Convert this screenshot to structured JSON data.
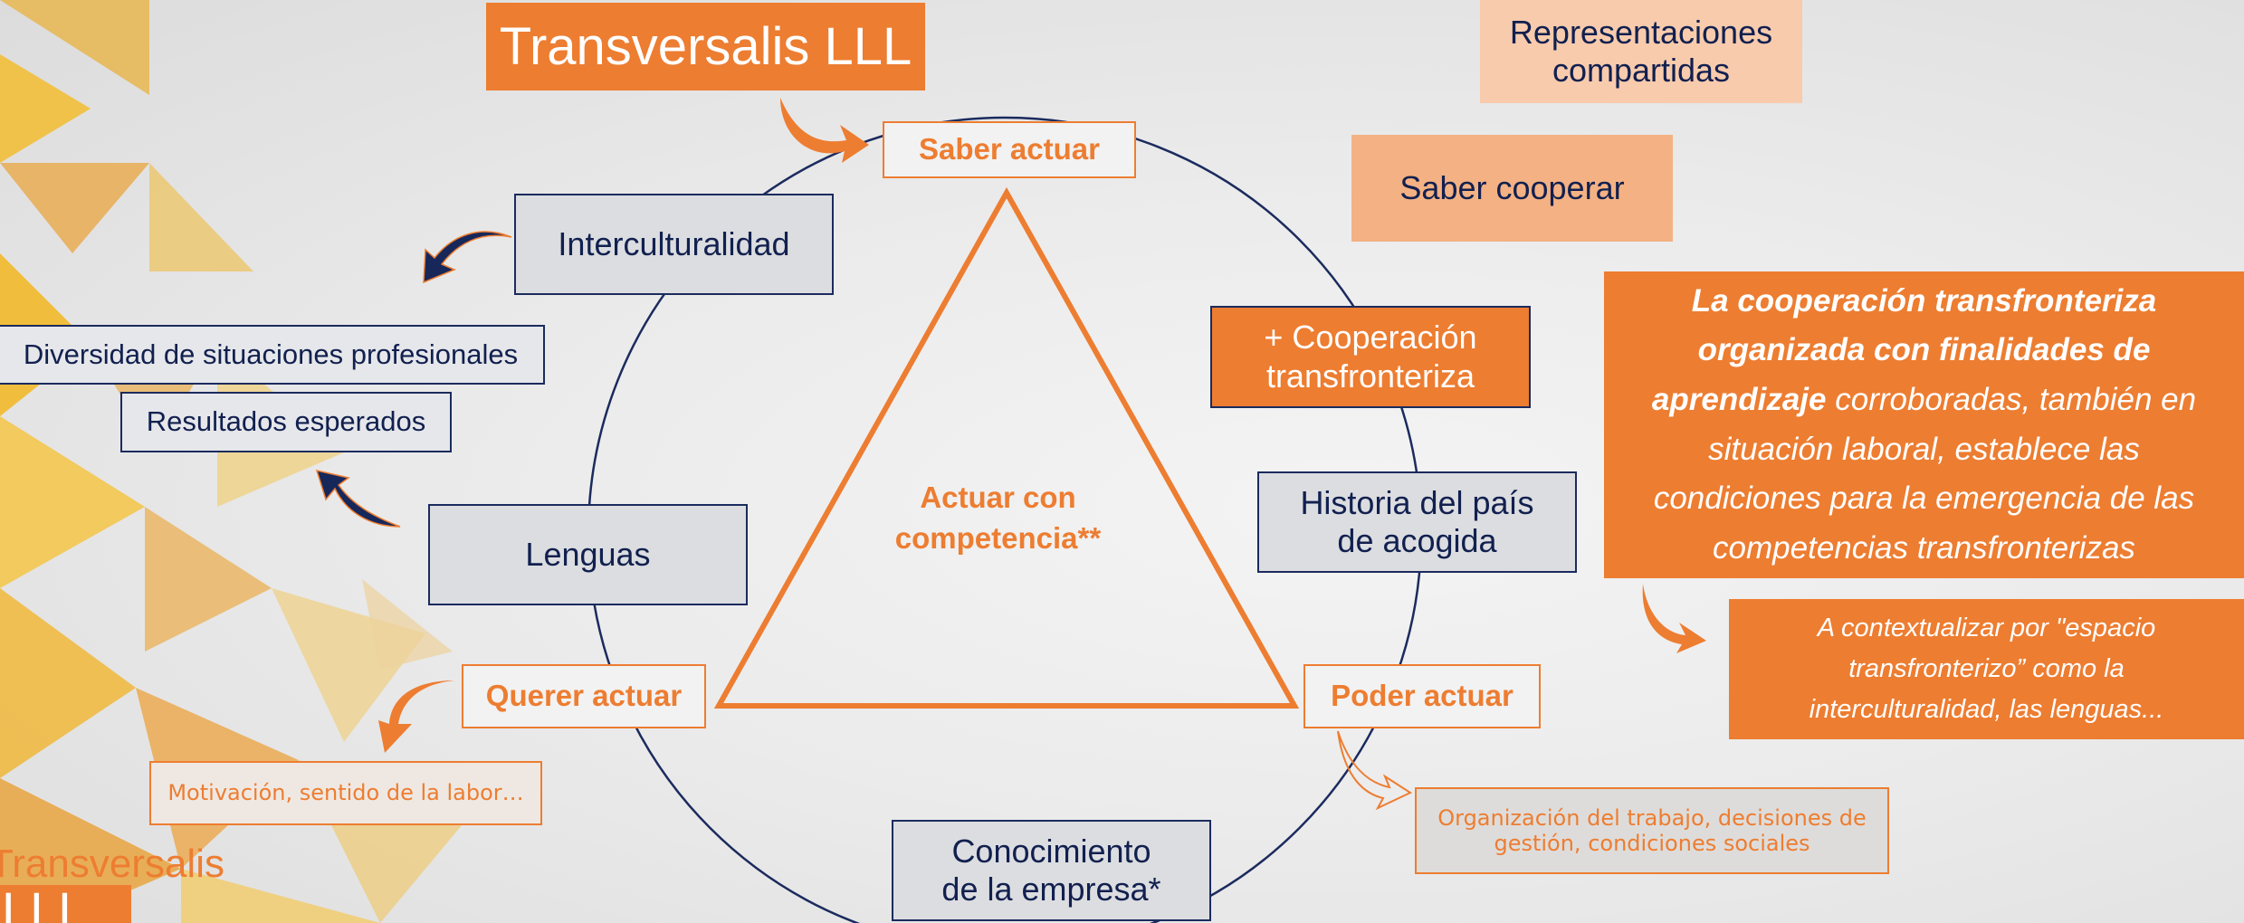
{
  "title": "Transversalis LLL",
  "nodes": {
    "saber_actuar": "Saber actuar",
    "querer_actuar": "Querer actuar",
    "poder_actuar": "Poder actuar",
    "center": "Actuar con competencia**"
  },
  "topics": {
    "interculturalidad": "Interculturalidad",
    "lenguas": "Lenguas",
    "conocimiento_empresa": "Conocimiento de la empresa*",
    "historia_pais": "Historia del país de acogida",
    "cooperacion": "+ Cooperación transfronteriza"
  },
  "side_labels": {
    "diversidad": "Diversidad de situaciones profesionales",
    "resultados": "Resultados esperados",
    "motivacion": "Motivación, sentido de la labor…",
    "organizacion": "Organización del trabajo, decisiones de gestión, condiciones sociales"
  },
  "top_right": {
    "representaciones": "Representaciones compartidas",
    "saber_cooperar": "Saber cooperar"
  },
  "statement": {
    "bold_part": "La cooperación transfronteriza organizada con finalidades de aprendizaje",
    "rest": " corroboradas, también en situación laboral, establece las condiciones para la emergencia de las competencias transfronterizas"
  },
  "note": "A contextualizar por \"espacio transfronterizo” como la interculturalidad, las lenguas...",
  "logo": {
    "line1": "Transversalis",
    "line2": "LLL"
  },
  "colors": {
    "orange": "#ed7d31",
    "navy": "#11204f",
    "peach": "#f4b183",
    "light_peach": "#f8cbad"
  }
}
